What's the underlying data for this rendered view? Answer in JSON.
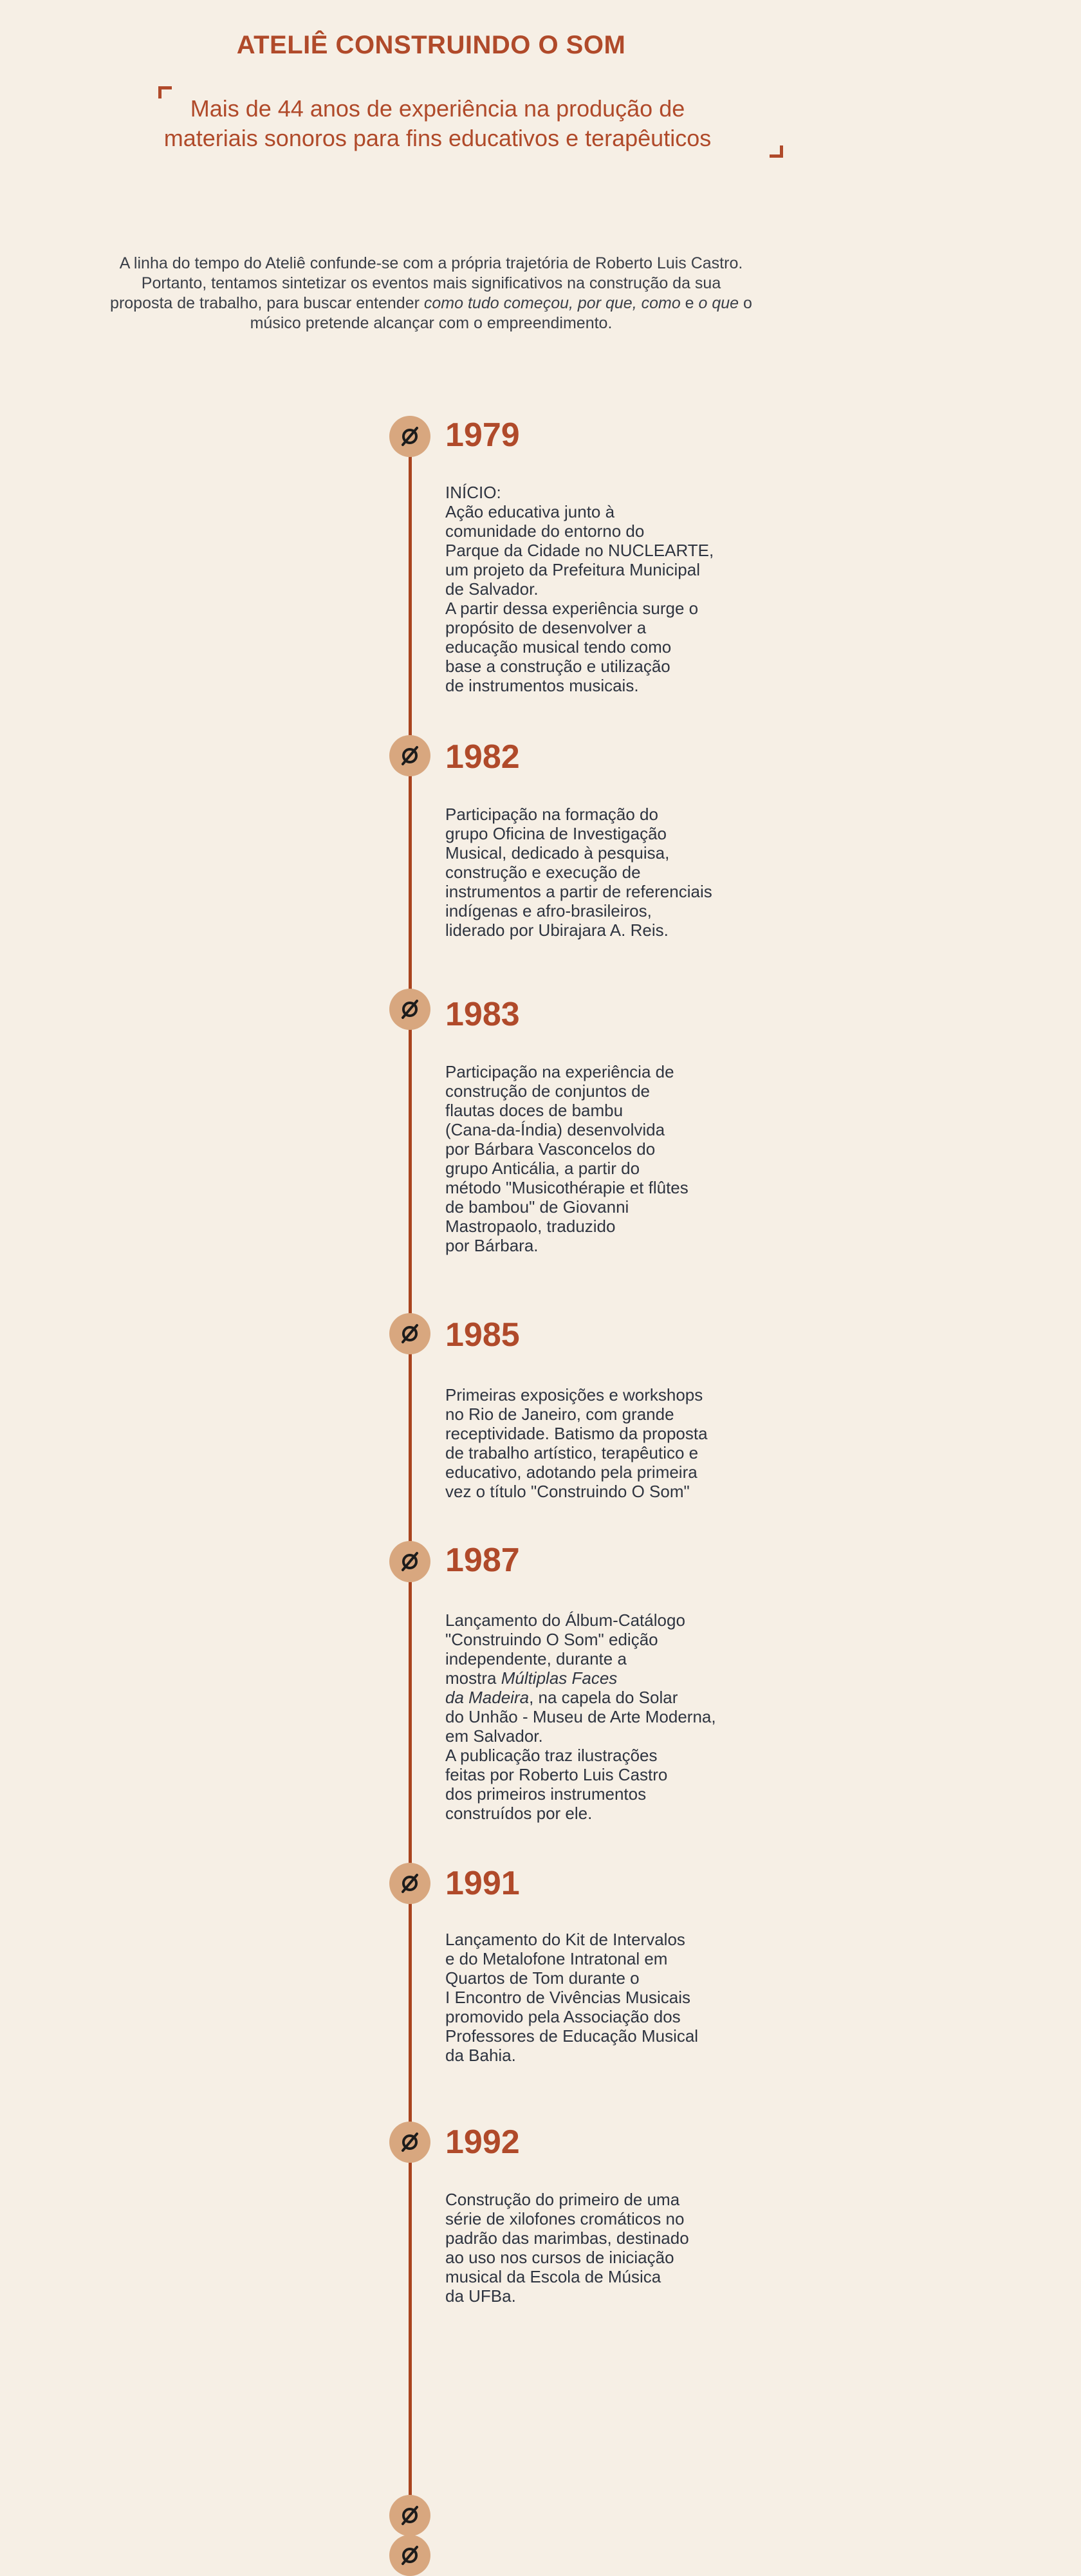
{
  "header": {
    "title": "ATELIÊ CONSTRUINDO O SOM",
    "tagline_line1": "Mais de 44 anos de experiência  na produção de",
    "tagline_line2": "materiais sonoros para fins educativos e terapêuticos"
  },
  "intro": {
    "part1": "A linha do tempo do Ateliê confunde-se com a própria trajetória de Roberto Luis Castro. Portanto, tentamos sintetizar os eventos mais significativos na construção da sua proposta de trabalho, para buscar entender ",
    "em1": "como tudo começou, por que, como",
    "part2": " e ",
    "em2": "o que",
    "part3": " o músico pretende alcançar com o empreendimento."
  },
  "icon": {
    "name": "slashed-circle-icon",
    "badge_color": "#d8a77f",
    "line_color": "#a9441f",
    "accent": "#b04a2a"
  },
  "timeline": [
    {
      "year": "1979",
      "text": "INÍCIO:\nAção educativa junto à\ncomunidade do entorno do\nParque da Cidade no NUCLEARTE,\num projeto da Prefeitura Municipal\nde Salvador.\nA partir dessa experiência surge o\npropósito de desenvolver a\neducação musical tendo como\nbase a construção e utilização\nde instrumentos musicais."
    },
    {
      "year": "1982",
      "text": "Participação na formação do\ngrupo Oficina de Investigação\nMusical, dedicado à pesquisa,\nconstrução e execução de\ninstrumentos a partir de referenciais\nindígenas e afro-brasileiros,\n liderado por Ubirajara A. Reis."
    },
    {
      "year": "1983",
      "text": "Participação na experiência de\nconstrução de conjuntos de\nflautas doces de bambu\n(Cana-da-Índia) desenvolvida\npor Bárbara Vasconcelos do\ngrupo Anticália, a partir do\nmétodo \"Musicothérapie et flûtes\nde bambou\" de Giovanni\nMastropaolo, traduzido\npor Bárbara."
    },
    {
      "year": "1985",
      "text": "Primeiras exposições e workshops\nno Rio de Janeiro, com grande\nreceptividade. Batismo da proposta\nde trabalho artístico, terapêutico e\neducativo, adotando pela primeira\nvez o título \"Construindo O Som\""
    },
    {
      "year": "1987",
      "text_before": "Lançamento do Álbum-Catálogo\n\"Construindo O Som\" edição\nindependente, durante a\nmostra ",
      "text_em": "Múltiplas Faces\nda Madeira",
      "text_after": ", na capela do Solar\ndo Unhão  - Museu de Arte Moderna,\nem Salvador.\nA publicação  traz ilustrações\nfeitas por Roberto Luis Castro\ndos primeiros instrumentos\nconstruídos por ele."
    },
    {
      "year": "1991",
      "text": "Lançamento do Kit de Intervalos\ne do Metalofone Intratonal em\nQuartos de Tom durante o\nI Encontro de Vivências Musicais\npromovido pela Associação dos\nProfessores de Educação Musical\nda Bahia."
    },
    {
      "year": "1992",
      "text": "Construção do primeiro de uma\nsérie de xilofones cromáticos no\npadrão das marimbas, destinado\nao uso nos cursos de  iniciação\nmusical da Escola de Música\nda UFBa."
    }
  ]
}
